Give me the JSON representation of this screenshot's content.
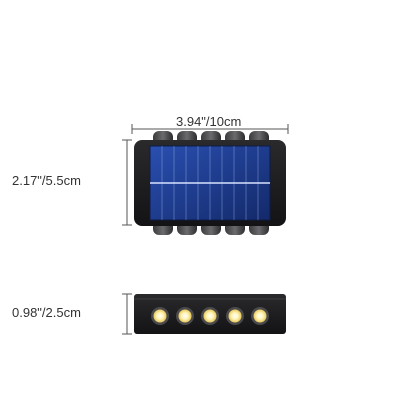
{
  "dimensions": {
    "width_label": "3.94\"/10cm",
    "height_label": "2.17\"/5.5cm",
    "depth_label": "0.98\"/2.5cm"
  },
  "product": {
    "front_view": {
      "body_color": "#1e1e20",
      "panel_color": "#1d3a8a",
      "bump_count": 5
    },
    "bottom_view": {
      "body_color": "#262628",
      "led_color": "#fff2b0",
      "led_count": 5
    }
  }
}
